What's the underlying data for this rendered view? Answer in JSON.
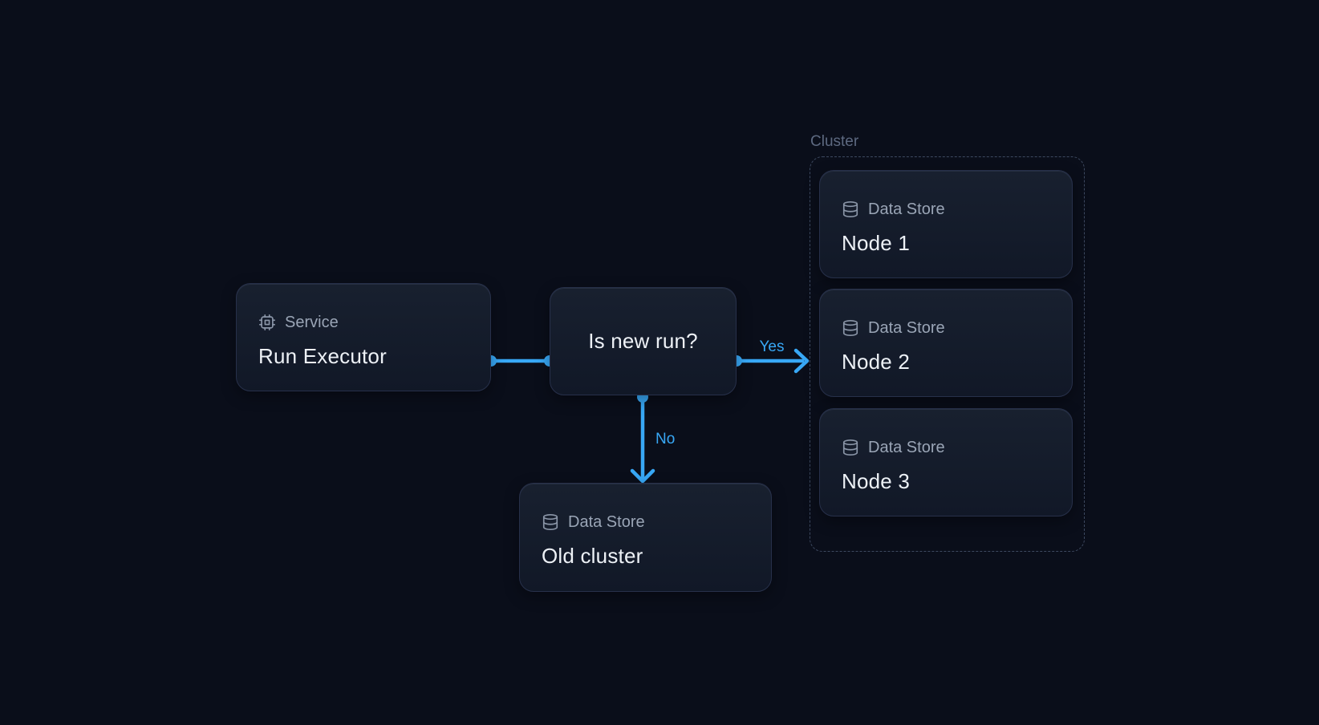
{
  "diagram": {
    "colors": {
      "background": "#0a0e1a",
      "accent": "#38a8f6",
      "node_fill_top": "#18202f",
      "node_fill_bottom": "#111827",
      "node_border": "#27304a",
      "label_text": "#9aa5b6",
      "name_text": "#edf1f6",
      "cluster_border": "#3d4960",
      "cluster_label_text": "#5d6980"
    },
    "service_node": {
      "icon": "cpu-icon",
      "type": "Service",
      "name": "Run Executor"
    },
    "decision_node": {
      "question": "Is new run?"
    },
    "old_cluster_node": {
      "icon": "database-icon",
      "type": "Data Store",
      "name": "Old cluster"
    },
    "cluster": {
      "label": "Cluster",
      "nodes": [
        {
          "icon": "database-icon",
          "type": "Data Store",
          "name": "Node 1"
        },
        {
          "icon": "database-icon",
          "type": "Data Store",
          "name": "Node 2"
        },
        {
          "icon": "database-icon",
          "type": "Data Store",
          "name": "Node 3"
        }
      ]
    },
    "edges": {
      "yes_label": "Yes",
      "no_label": "No"
    }
  }
}
